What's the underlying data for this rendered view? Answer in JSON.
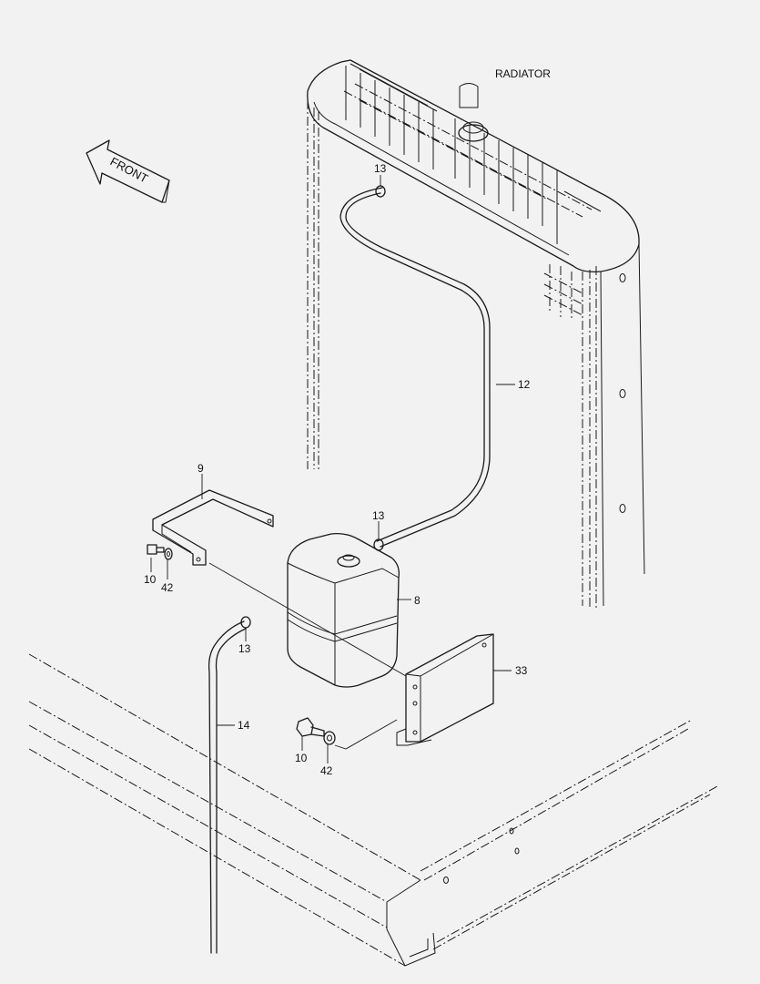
{
  "title": "RADIATOR",
  "front_label": "FRONT",
  "callouts": [
    {
      "id": "c13a",
      "text": "13"
    },
    {
      "id": "c12",
      "text": "12"
    },
    {
      "id": "c9",
      "text": "9"
    },
    {
      "id": "c13b",
      "text": "13"
    },
    {
      "id": "c8",
      "text": "8"
    },
    {
      "id": "c10a",
      "text": "10"
    },
    {
      "id": "c42a",
      "text": "42"
    },
    {
      "id": "c13c",
      "text": "13"
    },
    {
      "id": "c33",
      "text": "33"
    },
    {
      "id": "c14",
      "text": "14"
    },
    {
      "id": "c10b",
      "text": "10"
    },
    {
      "id": "c42b",
      "text": "42"
    }
  ]
}
